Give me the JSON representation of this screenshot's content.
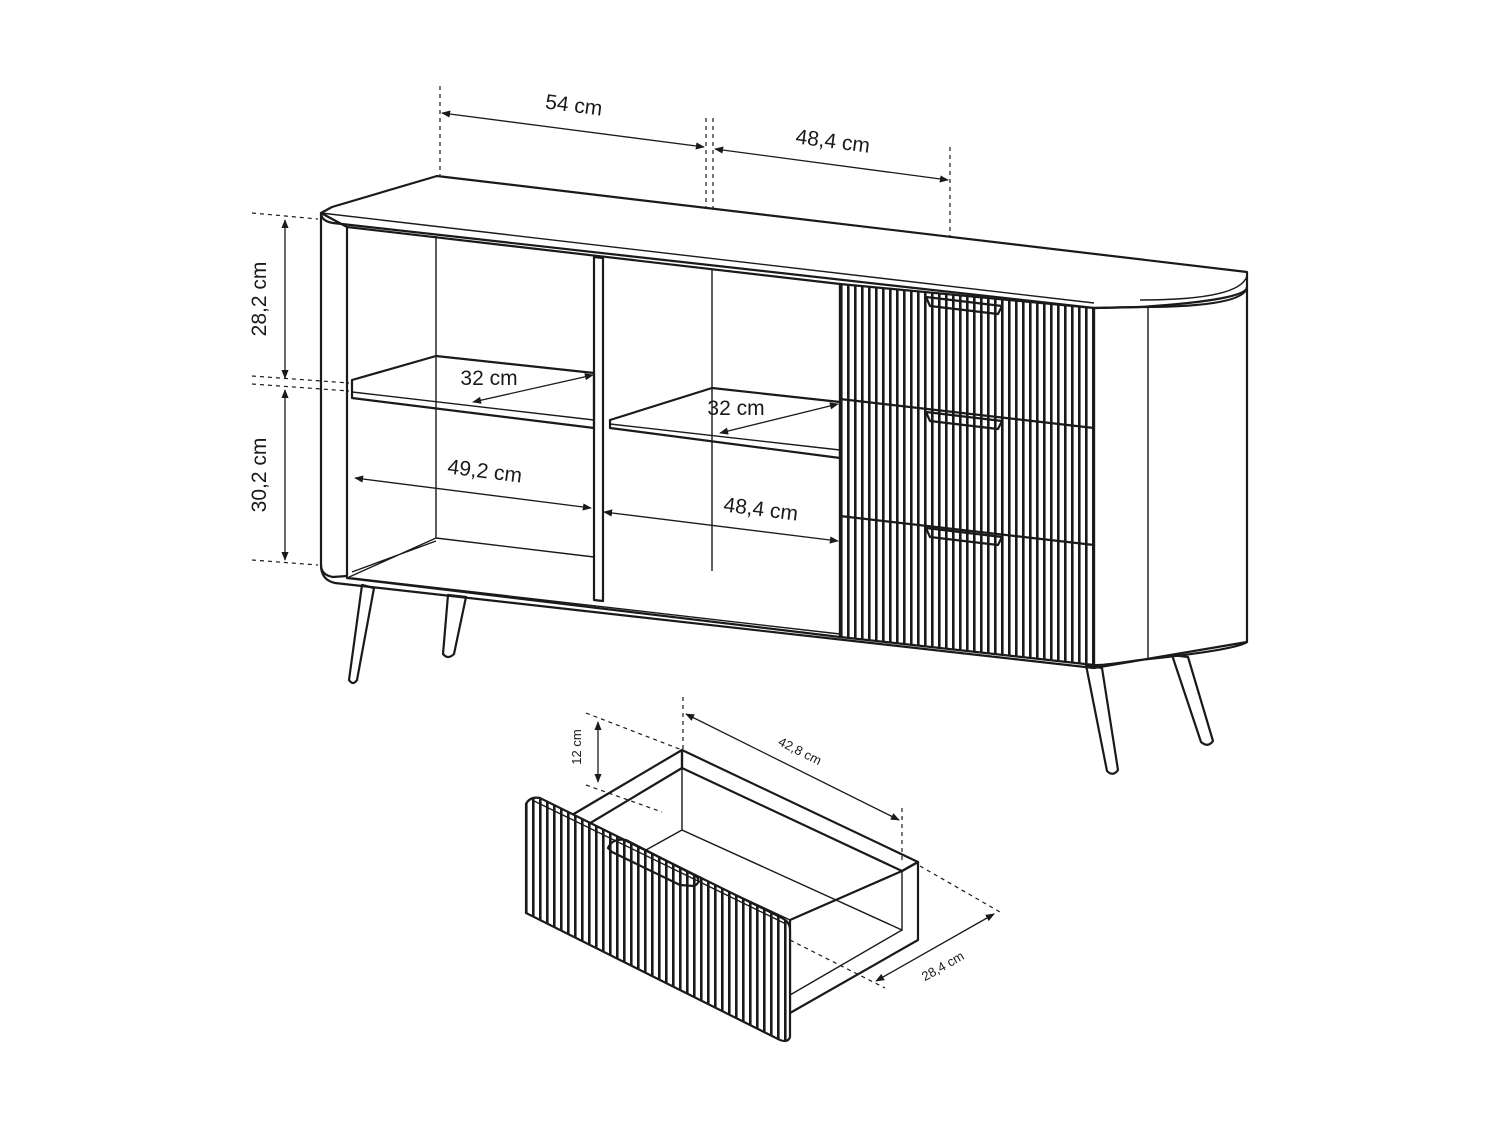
{
  "colors": {
    "line": "#1a1a1a",
    "background": "#ffffff"
  },
  "dimensions": {
    "top_left_width": "54 cm",
    "top_right_width": "48,4 cm",
    "upper_height": "28,2 cm",
    "lower_height": "30,2 cm",
    "shelf_depth_left": "32 cm",
    "shelf_depth_middle": "32 cm",
    "inner_width_left": "49,2 cm",
    "inner_width_middle": "48,4 cm",
    "drawer_height": "12 cm",
    "drawer_length": "42,8 cm",
    "drawer_width": "28,4 cm"
  }
}
